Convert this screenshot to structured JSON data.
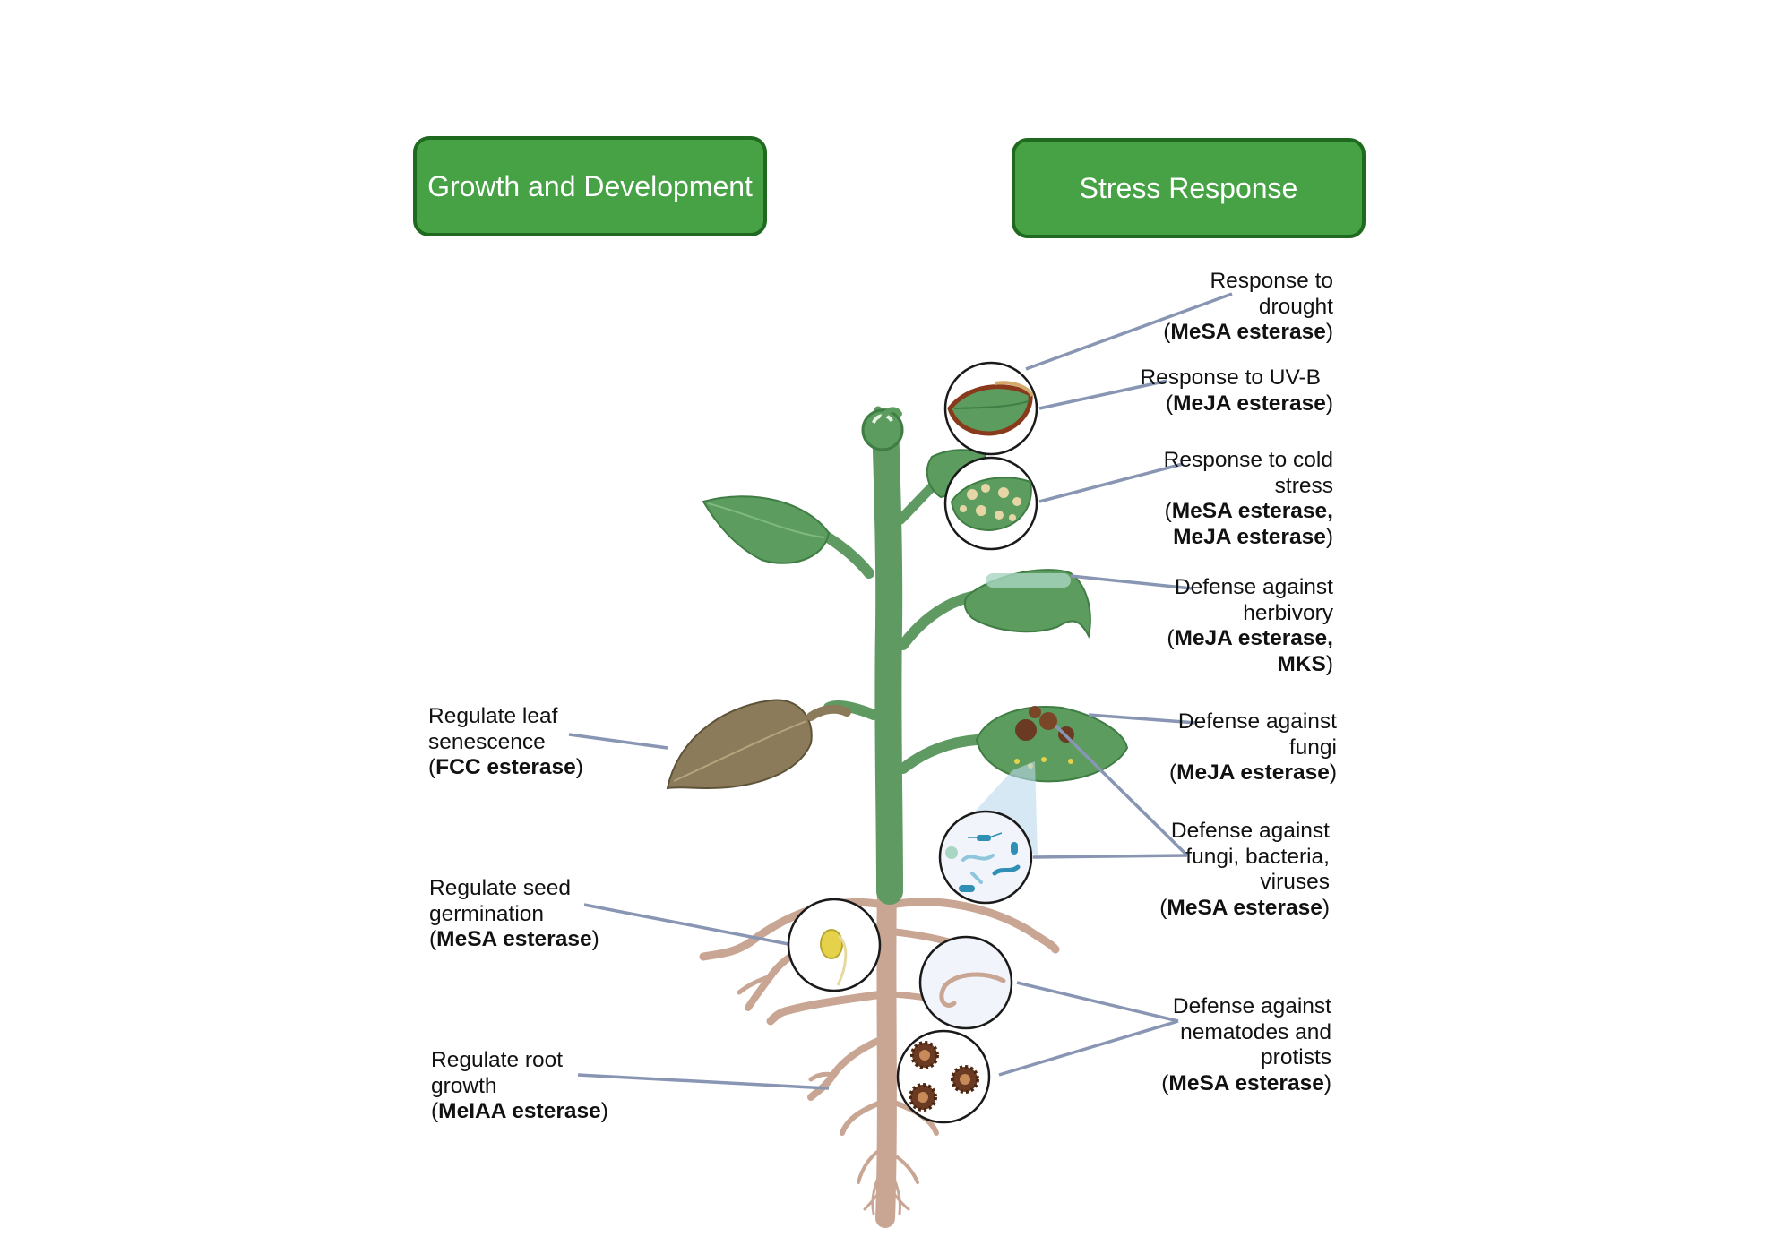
{
  "headers": {
    "growth": "Growth and Development",
    "stress": "Stress Response"
  },
  "left_labels": [
    {
      "id": "leaf-senescence",
      "lines": [
        "Regulate leaf",
        "senescence"
      ],
      "enzyme": "FCC esterase"
    },
    {
      "id": "seed-germination",
      "lines": [
        "Regulate seed",
        "germination"
      ],
      "enzyme": "MeSA esterase"
    },
    {
      "id": "root-growth",
      "lines": [
        "Regulate root",
        "growth"
      ],
      "enzyme": "MeIAA esterase"
    }
  ],
  "right_labels": [
    {
      "id": "drought",
      "lines": [
        "Response to",
        "drought"
      ],
      "enzyme": [
        "MeSA esterase"
      ]
    },
    {
      "id": "uvb",
      "lines": [
        "Response to UV-B"
      ],
      "enzyme": [
        "MeJA esterase"
      ]
    },
    {
      "id": "cold",
      "lines": [
        "Response to cold",
        "stress"
      ],
      "enzyme": [
        "MeSA esterase,",
        "MeJA esterase"
      ]
    },
    {
      "id": "herbivory",
      "lines": [
        "Defense against",
        "herbivory"
      ],
      "enzyme": [
        "MeJA esterase,",
        "MKS"
      ]
    },
    {
      "id": "fungi",
      "lines": [
        "Defense against",
        "fungi"
      ],
      "enzyme": [
        "MeJA esterase"
      ]
    },
    {
      "id": "fungi-bacteria-viruses",
      "lines": [
        "Defense against",
        "fungi, bacteria,",
        "viruses"
      ],
      "enzyme": [
        "MeSA esterase"
      ]
    },
    {
      "id": "nematodes-protists",
      "lines": [
        "Defense against",
        "nematodes and",
        "protists"
      ],
      "enzyme": [
        "MeSA esterase"
      ]
    }
  ],
  "colors": {
    "header_fill": "#46a245",
    "header_border": "#1f6a1e",
    "stem": "#5f9a63",
    "leaf": "#5c9c5e",
    "senescent_leaf": "#8b7b5a",
    "root": "#c9a593",
    "connector": "#8896b4"
  }
}
